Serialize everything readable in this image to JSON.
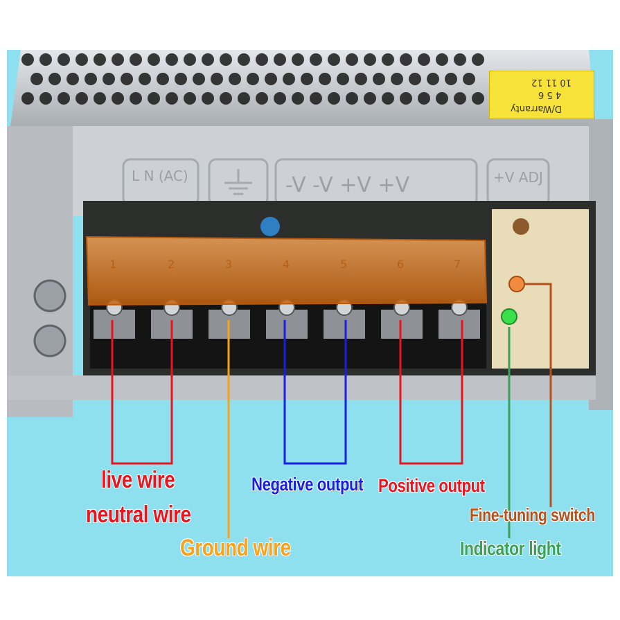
{
  "panel": {
    "ac_label": "L N (AC)",
    "output_labels": "-V -V +V +V",
    "adj_label": "+V ADJ"
  },
  "sticker": {
    "numbers_top": "10 11 12",
    "numbers_bottom": "4 5 6",
    "warranty": "D/Warranty"
  },
  "terminals": [
    "1",
    "2",
    "3",
    "4",
    "5",
    "6",
    "7"
  ],
  "callouts": {
    "live": {
      "text": "live wire",
      "color": "#e8141e"
    },
    "neutral": {
      "text": "neutral wire",
      "color": "#e8141e"
    },
    "ground": {
      "text": "Ground wire",
      "color": "#f7a21b"
    },
    "negative": {
      "text": "Negative output",
      "color": "#1a1ee0"
    },
    "positive": {
      "text": "Positive output",
      "color": "#e8141e"
    },
    "fine_tuning": {
      "text": "Fine-tuning switch",
      "color": "#b5521c"
    },
    "indicator": {
      "text": "Indicator light",
      "color": "#3aa05a"
    }
  },
  "colors": {
    "background": "#8fe0ef",
    "metal": "#c9cdd1",
    "terminal_cover": "#e07a1a"
  }
}
